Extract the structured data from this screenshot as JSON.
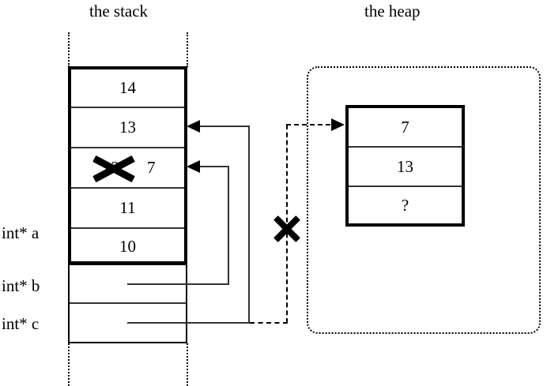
{
  "titles": {
    "stack": "the stack",
    "heap": "the heap"
  },
  "stack": {
    "frame_cells": [
      {
        "value": "14"
      },
      {
        "value": "13"
      },
      {
        "value": "12",
        "struck": true,
        "replacement": "7"
      },
      {
        "value": "11"
      },
      {
        "value": "10"
      }
    ],
    "variables": [
      {
        "label": "int* a",
        "cell": "10"
      },
      {
        "label": "int* b",
        "cell": ""
      },
      {
        "label": "int* c",
        "cell": ""
      }
    ]
  },
  "heap": {
    "cells": [
      {
        "value": "7"
      },
      {
        "value": "13"
      },
      {
        "value": "?"
      }
    ]
  },
  "annotations": {
    "struck_stack_value": "12",
    "updated_stack_value": "7",
    "invalid_pointer_marker": "x-strike",
    "struck_cell_marker": "x-strike"
  },
  "colors": {
    "ink": "#000000",
    "wire": "#333333",
    "background": "#ffffff"
  }
}
